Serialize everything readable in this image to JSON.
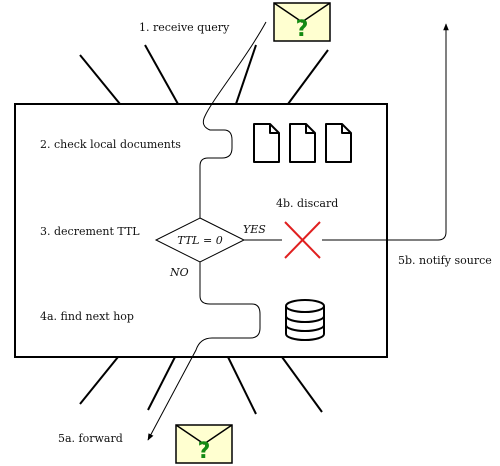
{
  "labels": {
    "receive_query": "1. receive query",
    "check_local": "2. check local documents",
    "decrement_ttl": "3. decrement TTL",
    "find_next_hop": "4a. find next hop",
    "discard": "4b. discard",
    "forward": "5a. forward",
    "notify_source": "5b. notify source",
    "ttl_condition": "TTL = 0",
    "yes": "YES",
    "no": "NO"
  },
  "envelope_mark": "?",
  "colors": {
    "envelope_fill": "#ffffd0",
    "question_mark": "#138a13",
    "discard_x": "#e02020",
    "stroke": "#000000"
  },
  "icons": {
    "documents": "three-documents-icon",
    "database": "database-icon",
    "envelope": "envelope-icon",
    "discard": "x-mark-icon"
  }
}
